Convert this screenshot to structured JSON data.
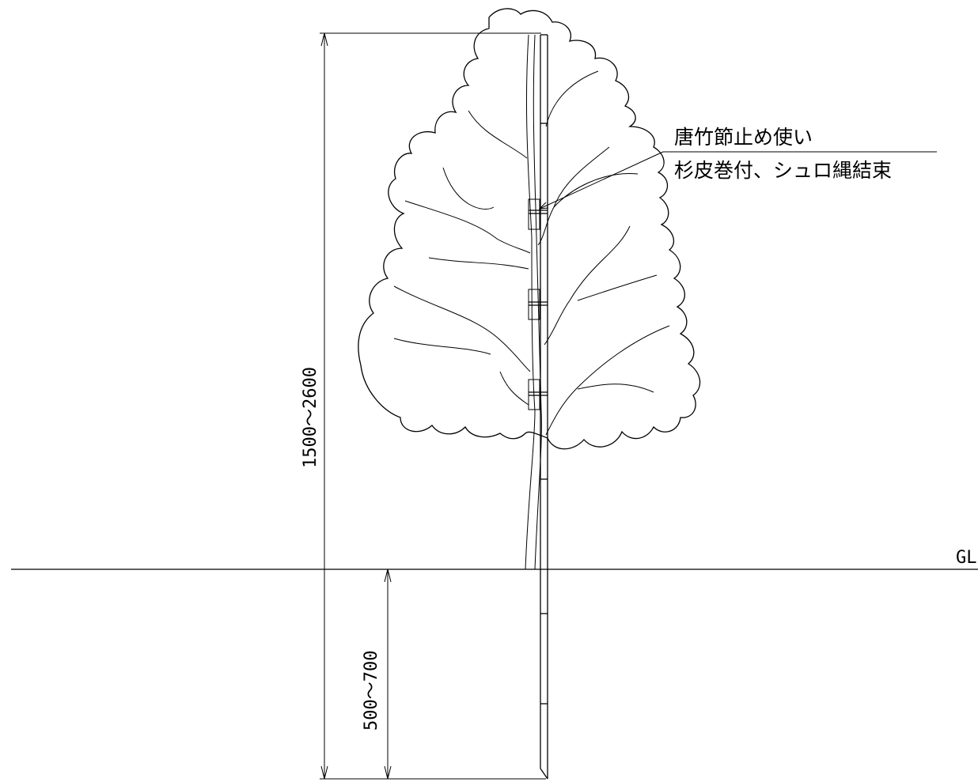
{
  "dimensions": {
    "above_ground": "1500〜2600",
    "below_ground": "500〜700"
  },
  "ground_label": "GL",
  "annotation": {
    "line1": "唐竹節止め使い",
    "line2": "杉皮巻付、シュロ縄結束"
  }
}
